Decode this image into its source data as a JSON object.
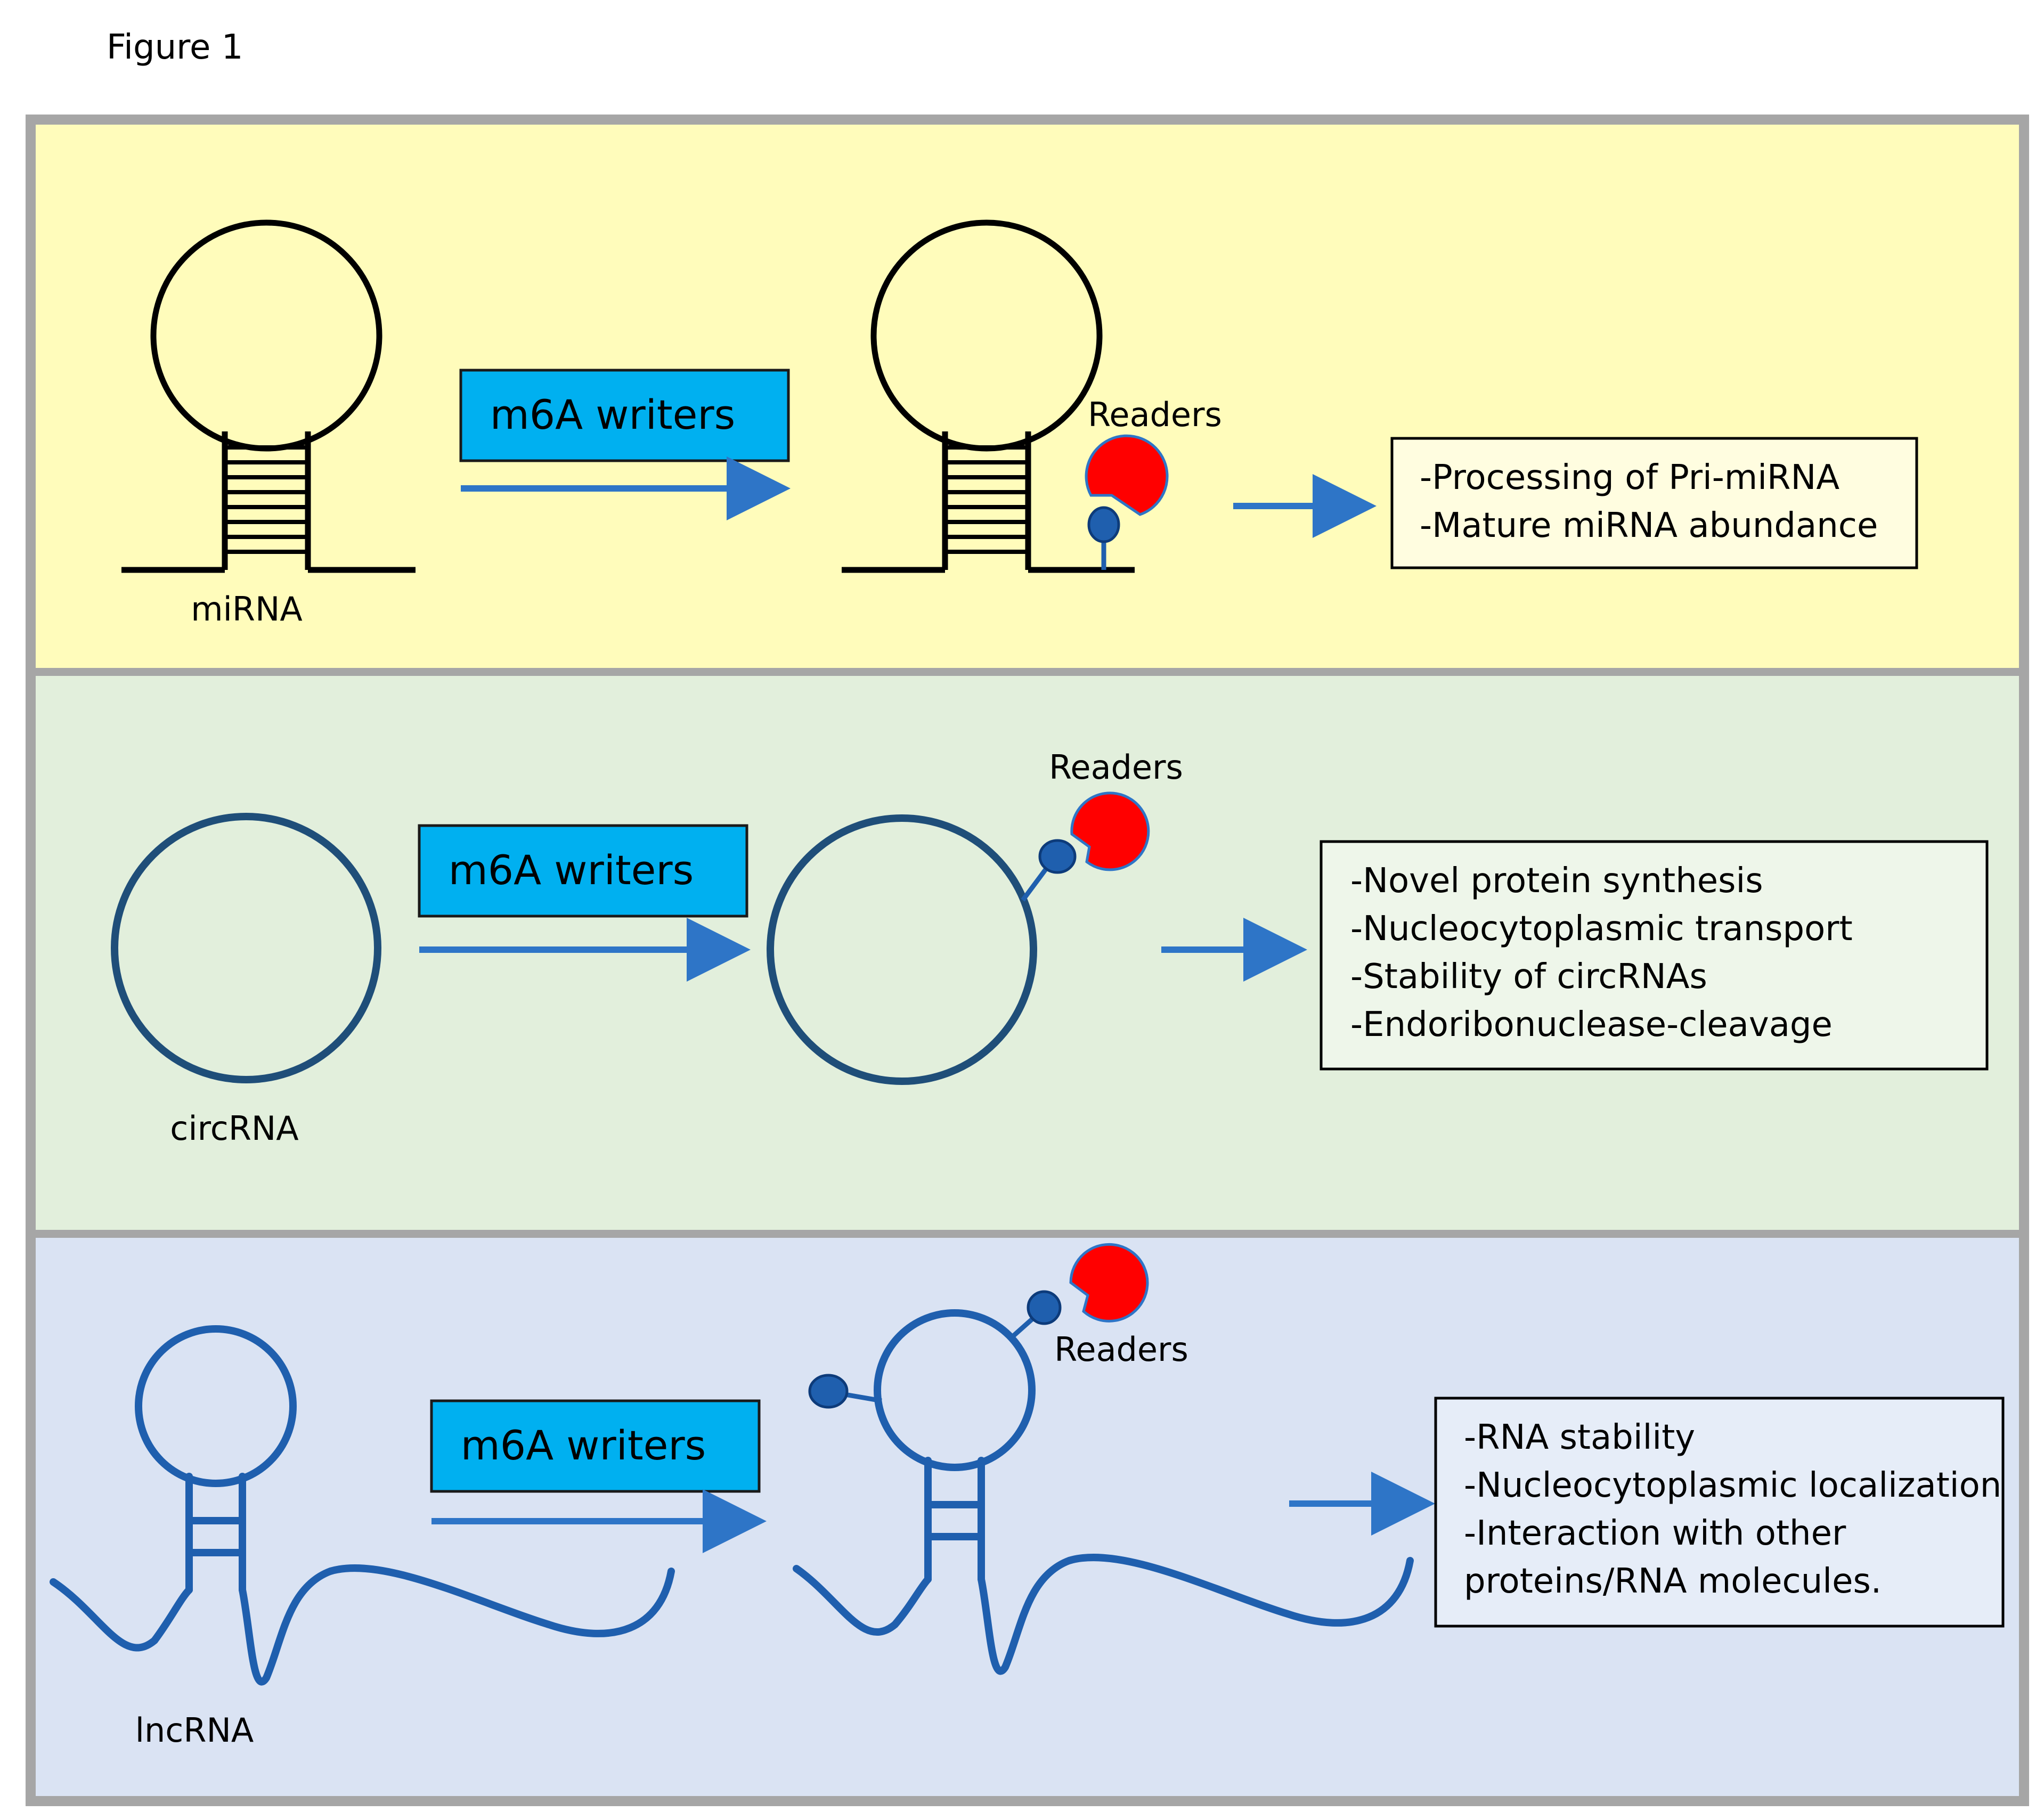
{
  "figure_label": "Figure 1",
  "colors": {
    "frame": "#a6a6a6",
    "panel_mirna": "#fffcbb",
    "panel_circrna": "#e2efdc",
    "panel_lncrna": "#dae3f3",
    "writer_box": "#00b0f0",
    "arrow": "#2e75c7",
    "rna_dark": "#1f4e79",
    "rna_blue": "#1f5fae",
    "reader": "#ff0000",
    "m6a_dot": "#1f5fae"
  },
  "panels": [
    {
      "id": "mirna",
      "rna_label": "miRNA",
      "writer_label": "m6A writers",
      "reader_label": "Readers",
      "outcomes": [
        "-Processing of Pri-miRNA",
        "-Mature miRNA abundance"
      ]
    },
    {
      "id": "circrna",
      "rna_label": "circRNA",
      "writer_label": "m6A writers",
      "reader_label": "Readers",
      "outcomes": [
        "-Novel protein synthesis",
        "-Nucleocytoplasmic transport",
        "-Stability of circRNAs",
        "-Endoribonuclease-cleavage"
      ]
    },
    {
      "id": "lncrna",
      "rna_label": "lncRNA",
      "writer_label": "m6A writers",
      "reader_label": "Readers",
      "outcomes": [
        "-RNA stability",
        "-Nucleocytoplasmic localization",
        "-Interaction with other",
        "proteins/RNA molecules."
      ]
    }
  ]
}
